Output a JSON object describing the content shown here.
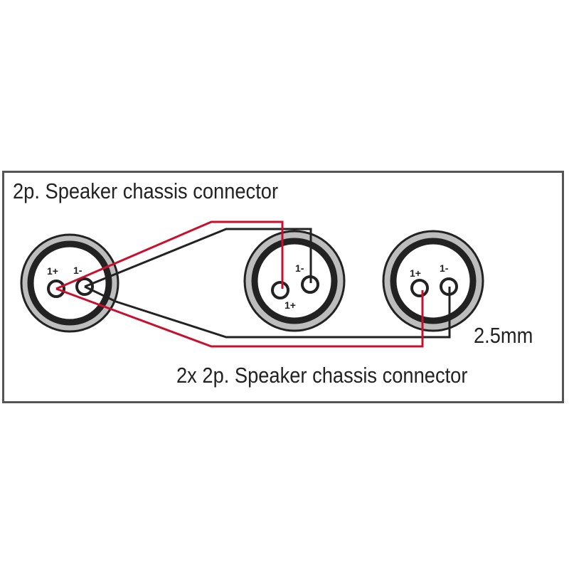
{
  "source_connector": {
    "title": "2p. Speaker chassis connector",
    "pin_plus_label": "1+",
    "pin_minus_label": "1-"
  },
  "target_connectors": {
    "title": "2x 2p. Speaker chassis connector",
    "a": {
      "pin_plus_label": "1+",
      "pin_minus_label": "1-"
    },
    "b": {
      "pin_plus_label": "1+",
      "pin_minus_label": "1-"
    }
  },
  "cable": {
    "gauge_label": "2.5mm"
  },
  "colors": {
    "positive_wire": "#c8102e",
    "negative_wire": "#222222",
    "connector_ring": "#bdbdbd",
    "frame_border": "#555555"
  }
}
